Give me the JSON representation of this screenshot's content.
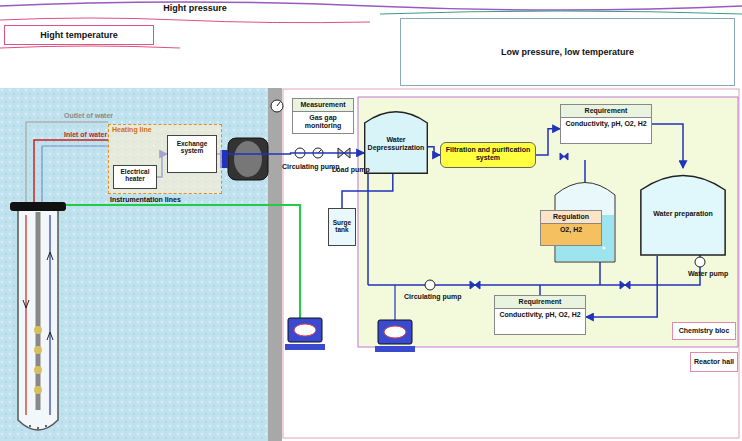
{
  "diagram": {
    "nodes": [
      {
        "text": [
          "Hight pressure"
        ]
      },
      {
        "text": [
          "Hight temperature"
        ]
      },
      {
        "text": [
          "Low pressure, low temperature"
        ]
      },
      {
        "text": [
          "Heating line"
        ]
      },
      {
        "text": [
          "Electrical heater"
        ],
        "in": 3
      },
      {
        "text": [
          "Exchange system"
        ],
        "in": 3
      },
      {
        "text": [
          "Measurement",
          "Gas gap monitoring"
        ]
      },
      {
        "text": [
          "Surge tank"
        ]
      },
      {
        "text": [
          "Water Depressurization"
        ]
      },
      {
        "text": [
          "Filtration and purification system"
        ]
      },
      {
        "text": [
          "Requirement",
          "Conductivity, pH, O2, H2"
        ]
      },
      {
        "text": [
          "Regulation",
          "O2, H2"
        ]
      },
      {
        "text": [
          "Water preparation"
        ]
      },
      {
        "text": [
          "Requirement",
          "Conductivity, pH, O2, H2"
        ]
      },
      {
        "text": [
          "Chemistry bloc"
        ]
      },
      {
        "text": [
          "Reactor hall"
        ]
      }
    ],
    "edges": [
      {
        "from": 4,
        "to": 5,
        "arrow": "to"
      },
      {
        "from": 5,
        "to": 8,
        "arrow": "to"
      },
      {
        "from": 7,
        "to": 8,
        "arrow": "none"
      },
      {
        "from": 8,
        "to": 9,
        "arrow": "to"
      },
      {
        "from": 9,
        "to": 10,
        "arrow": "to"
      },
      {
        "from": 10,
        "to": 12,
        "arrow": "to"
      },
      {
        "from": 12,
        "to": 13,
        "arrow": "to"
      }
    ],
    "labels": [
      "Outlet of water",
      "Inlet of water",
      "Instrumentation lines",
      "Circulating pump",
      "Load pump",
      "Circulating pump",
      "Water pump"
    ]
  }
}
